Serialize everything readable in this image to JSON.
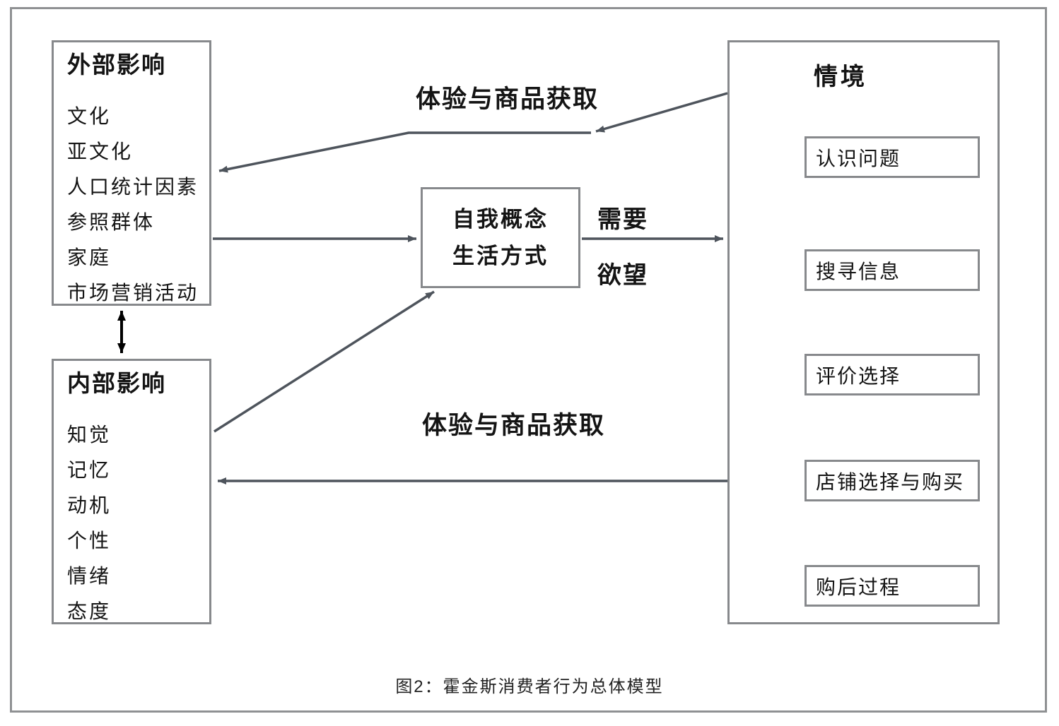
{
  "figure": {
    "caption": "图2：霍金斯消费者行为总体模型"
  },
  "external_box": {
    "title": "外部影响",
    "items": [
      "文化",
      "亚文化",
      "人口统计因素",
      "参照群体",
      "家庭",
      "市场营销活动"
    ]
  },
  "internal_box": {
    "title": "内部影响",
    "items": [
      "知觉",
      "记忆",
      "动机",
      "个性",
      "情绪",
      "态度"
    ]
  },
  "self_box": {
    "line1": "自我概念",
    "line2": "生活方式"
  },
  "situation_box": {
    "title": "情境",
    "stages": [
      "认识问题",
      "搜寻信息",
      "评价选择",
      "店铺选择与购买",
      "购后过程"
    ]
  },
  "labels": {
    "top_flow": "体验与商品获取",
    "need": "需要",
    "desire": "欲望",
    "bottom_flow": "体验与商品获取"
  },
  "colors": {
    "background": "#ffffff",
    "text": "#141414",
    "box_border": "#87898c",
    "outer_border": "#8f9193",
    "connector": "#4e545c",
    "double_arrow": "#000000"
  }
}
